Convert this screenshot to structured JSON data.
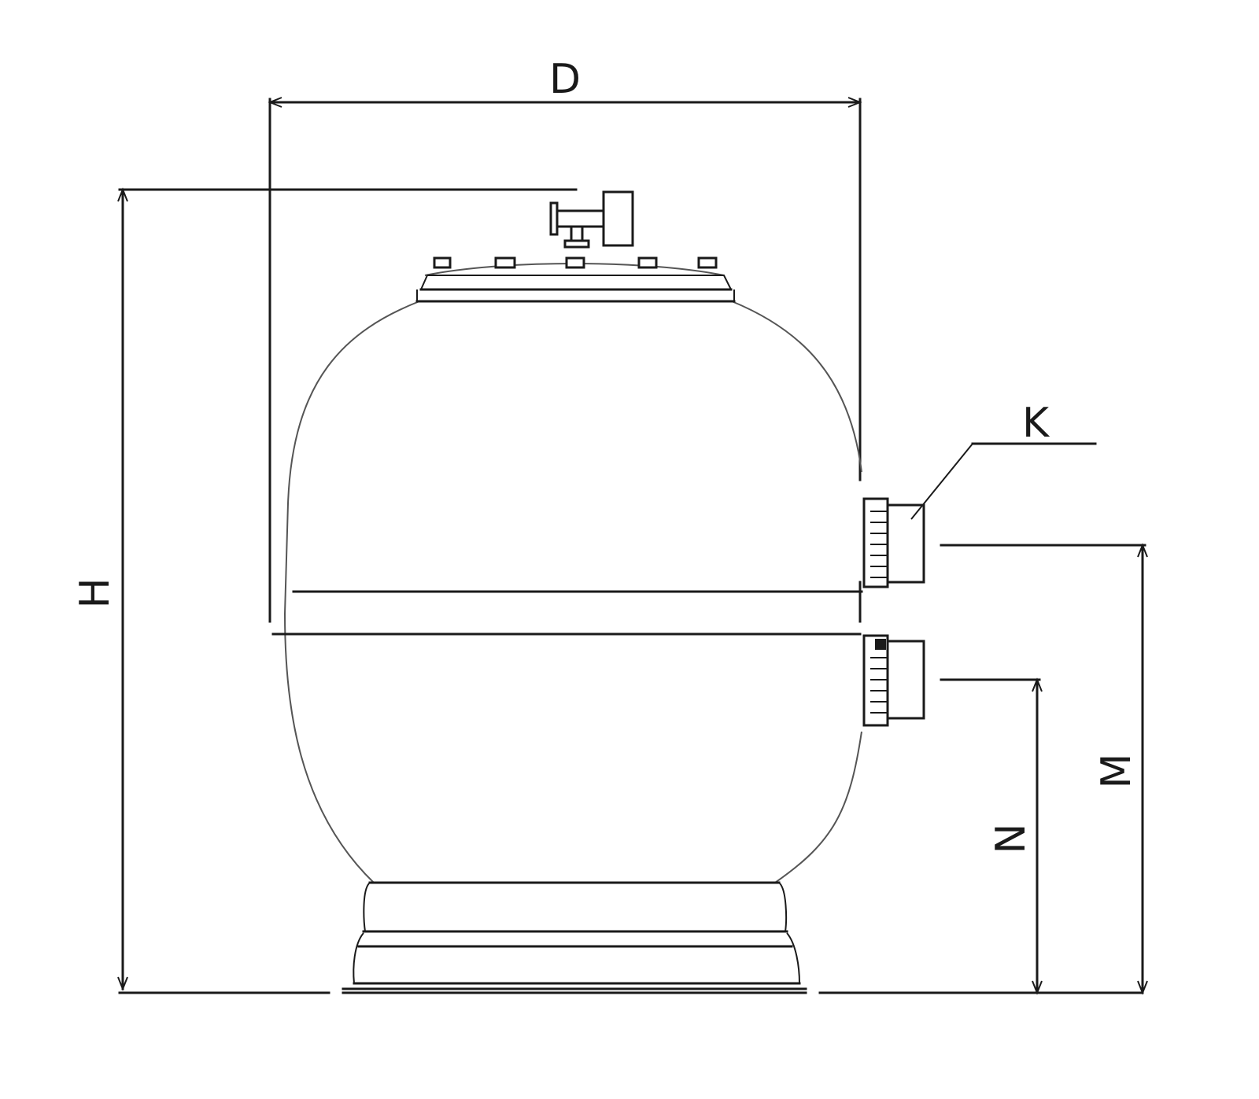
{
  "labels": {
    "diameter": "D",
    "height": "H",
    "connection": "K",
    "upper_outlet_height": "M",
    "lower_outlet_height": "N"
  }
}
